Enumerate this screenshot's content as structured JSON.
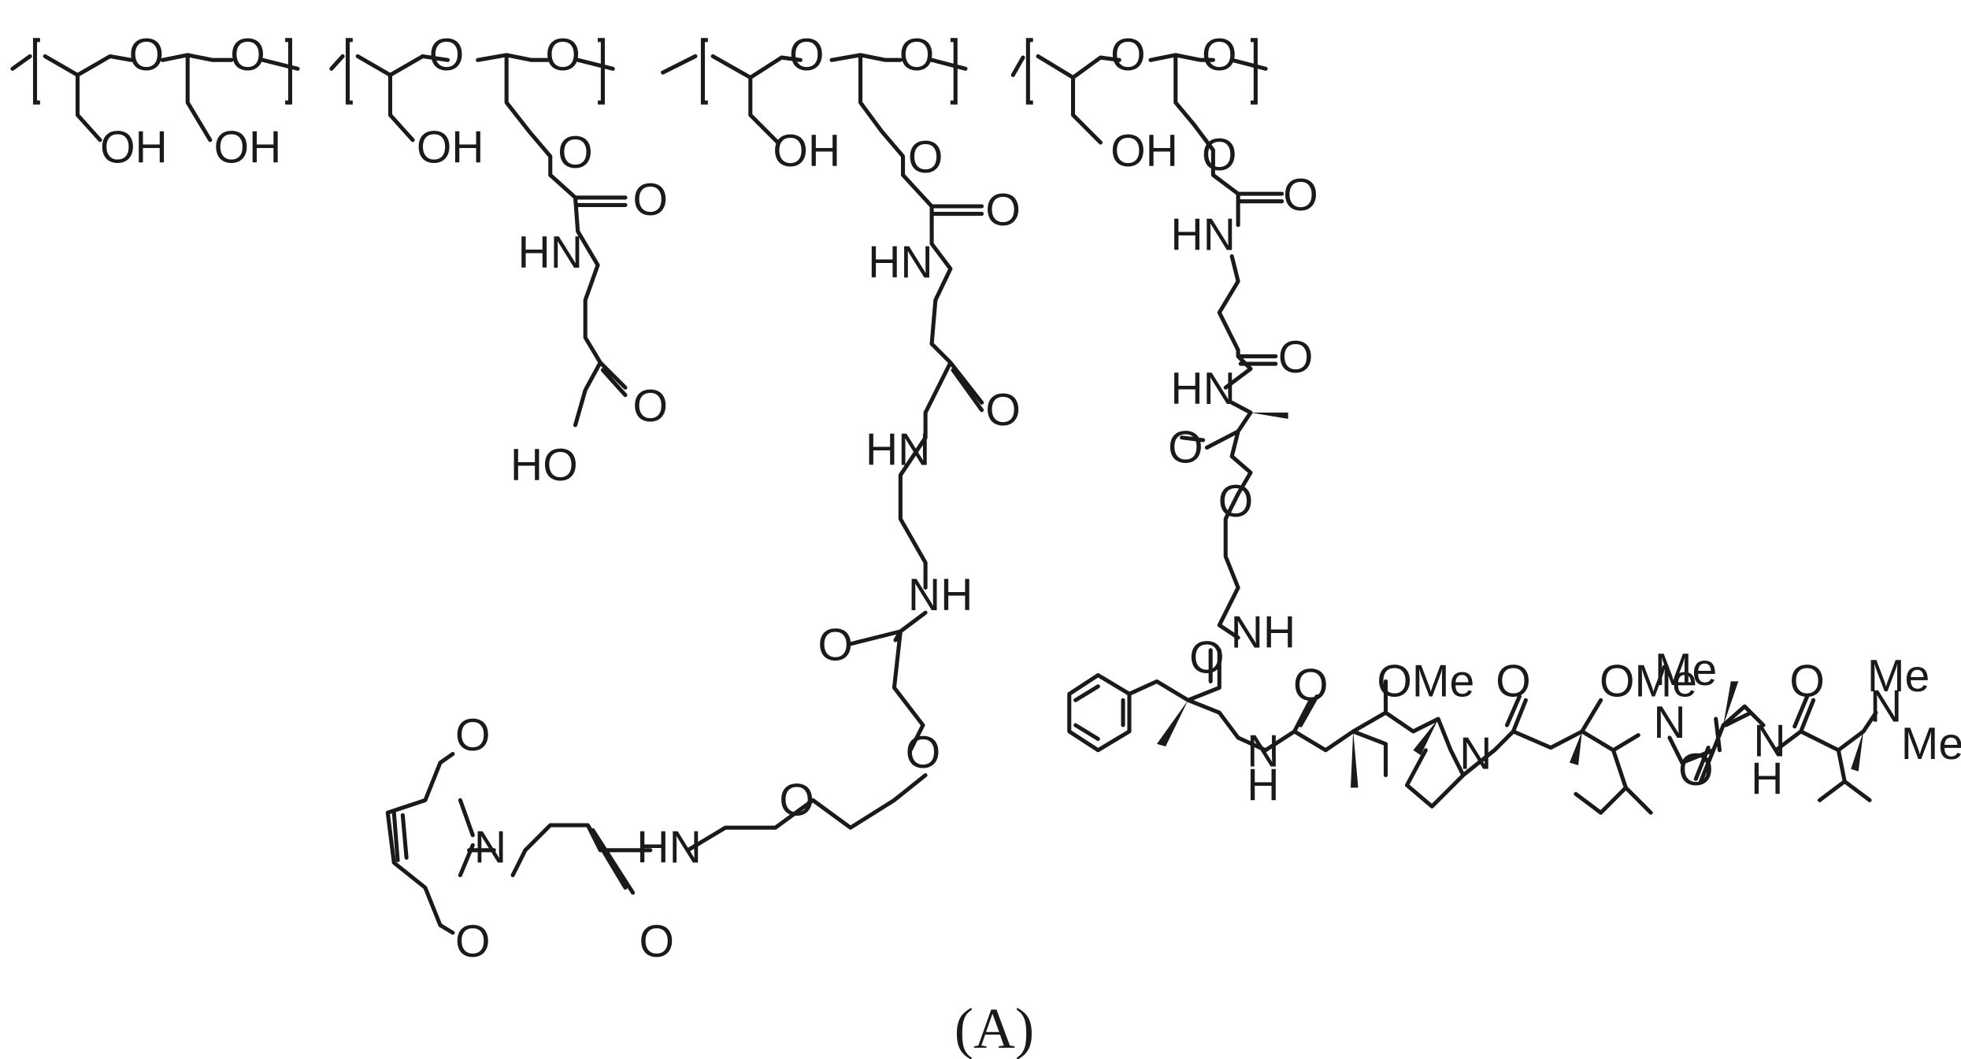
{
  "figure": {
    "caption": "(A)"
  },
  "atoms": {
    "o": "O",
    "oh": "OH",
    "ho": "HO",
    "hn": "HN",
    "nh": "NH",
    "n": "N",
    "h": "H",
    "ome": "OMe",
    "me": "Me"
  }
}
